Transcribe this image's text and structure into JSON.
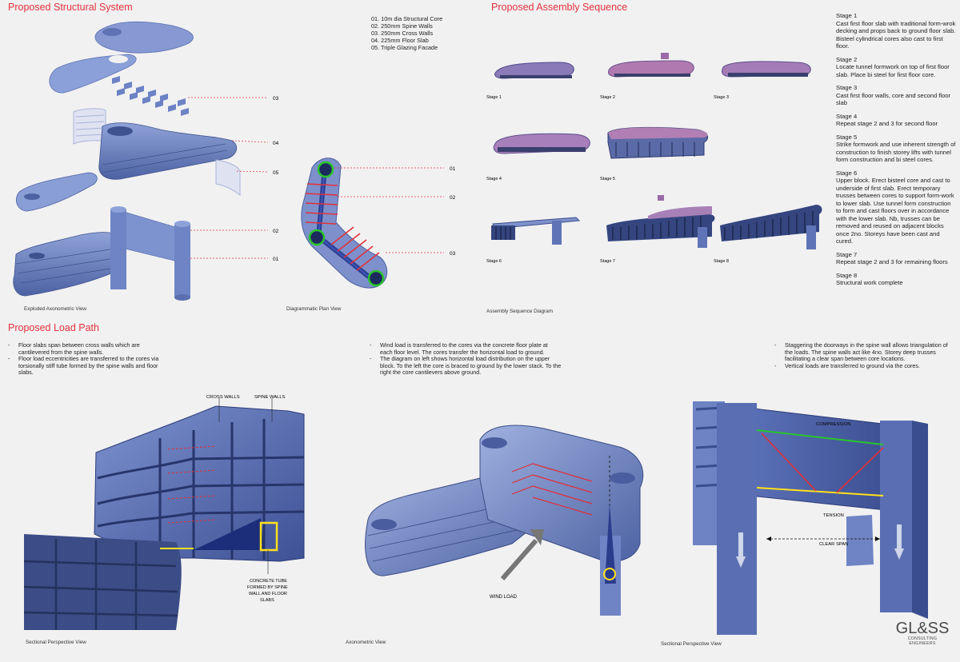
{
  "titles": {
    "structural": "Proposed Structural System",
    "assembly": "Proposed Assembly Sequence",
    "load_path": "Proposed Load Path"
  },
  "legend": [
    "01. 10m dia Structural Core",
    "02. 250mm Spine Walls",
    "03. 250mm Cross Walls",
    "04. 225mm Floor Slab",
    "05. Triple Glazing Facade"
  ],
  "callouts": {
    "exploded": [
      "03",
      "04",
      "05",
      "02",
      "01"
    ],
    "plan": [
      "01",
      "02",
      "03"
    ]
  },
  "captions": {
    "exploded": "Exploded Axonometric View",
    "plan": "Diagrammatic Plan View",
    "assembly": "Assembly Sequence Diagram",
    "sectional1": "Sectional Perspective View",
    "axonometric": "Axonometric View",
    "sectional2": "Sectional Perspective View"
  },
  "stage_labels": [
    "Stage 1",
    "Stage 2",
    "Stage 3",
    "Stage 4",
    "Stage 5",
    "Stage 6",
    "Stage 7",
    "Stage 8"
  ],
  "stages": [
    {
      "title": "Stage 1",
      "text": "Cast first floor slab with traditional form-wrok decking and props back to ground floor slab. Bisteel cylindrical cores also cast to first floor."
    },
    {
      "title": "Stage 2",
      "text": "Locate tunnel formwork on top of first floor slab. Place bi steel for first floor core."
    },
    {
      "title": "Stage 3",
      "text": "Cast first floor walls, core and second floor slab"
    },
    {
      "title": "Stage 4",
      "text": "Repeat stage 2 and 3 for second floor"
    },
    {
      "title": "Stage 5",
      "text": "Strike formwork and use inherent strength of construction to finish storey lifts with tunnel form construction and bi steel cores."
    },
    {
      "title": "Stage 6",
      "text": "Upper block. Erect bisteel core and cast to underside of first slab. Erect temporary trusses between cores to support form-work to lower slab. Use tunnel form construction to form and cast floors over in accordance with the lower slab. Nb, trusses can be removed and reused on adjacent blocks once 2no. Storeys have been cast and cured."
    },
    {
      "title": "Stage 7",
      "text": "Repeat stage 2 and 3 for remaining floors"
    },
    {
      "title": "Stage 8",
      "text": "Structural work complete"
    }
  ],
  "load_path": {
    "col1": [
      "Floor slabs span between cross walls which are cantilevered from the spine walls.",
      "Floor load eccentricities are transferred to the cores via torsionally stiff tube formed by the spine walls and floor slabs."
    ],
    "col2": [
      "Wind load is transferred to the cores via the concrete floor plate at each floor level. The cores transfer the horizontal load to ground.",
      "The diagram on left shows horizontal load distribution on the upper block. To the left the core is braced to ground by the lower stack. To the right the core cantilevers above ground."
    ],
    "col3": [
      "Staggering the doorways in the spine wall allows triangulation of the loads. The spine walls act like 4no. Storey deep trusses facilitating a clear span between core locations.",
      "Vertical loads are transferred to ground via the cores."
    ]
  },
  "annotations": {
    "cross_walls": "CROSS WALLS",
    "spine_walls": "SPINE WALLS",
    "concrete_tube": [
      "CONCRETE TUBE",
      "FORMED BY SPINE",
      "WALL AND FLOOR",
      "SLABS"
    ],
    "wind_load": "WIND LOAD",
    "compression": "COMPRESSION",
    "tension": "TENSION",
    "clear_span": "CLEAR SPAN"
  },
  "logo": {
    "name": "GL&SS",
    "subtitle": "CONSULTING ENGINEERS"
  },
  "colors": {
    "title_red": "#e2323c",
    "model_blue": "#6f84c4",
    "model_dark": "#3d4f8e",
    "accent_yellow": "#ffe11a",
    "accent_green": "#29c52b",
    "arrow_red": "#e0303a"
  }
}
